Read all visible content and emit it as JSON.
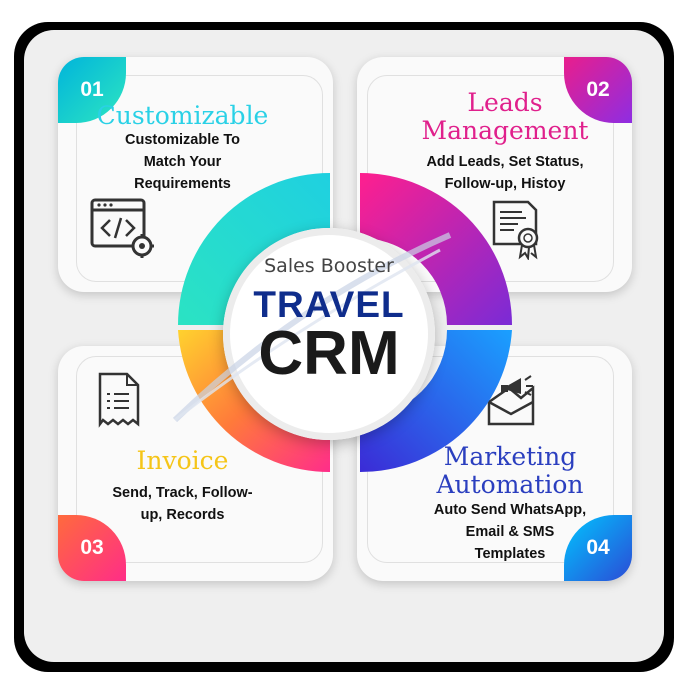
{
  "center": {
    "subtitle": "Sales Booster",
    "title_top": "TRAVEL",
    "title_bottom": "CRM"
  },
  "cards": [
    {
      "number": "01",
      "title": "Customizable",
      "desc_lines": [
        "Customizable To",
        "Match Your",
        "Requirements"
      ],
      "icon": "code-window-gear-icon",
      "title_color": "#2ad1e6"
    },
    {
      "number": "02",
      "title_lines": [
        "Leads",
        "Management"
      ],
      "desc_lines": [
        "Add Leads, Set Status,",
        "Follow-up, Histoy"
      ],
      "icon": "certificate-icon",
      "title_color": "#e0208c"
    },
    {
      "number": "03",
      "title": "Invoice",
      "desc_lines": [
        "Send, Track, Follow-",
        "up, Records"
      ],
      "icon": "receipt-icon",
      "title_color": "#f5c518"
    },
    {
      "number": "04",
      "title_lines": [
        "Marketing",
        "Automation"
      ],
      "desc_lines": [
        "Auto Send WhatsApp,",
        "Email & SMS",
        "Templates"
      ],
      "icon": "megaphone-envelope-icon",
      "title_color": "#2b3fbf"
    }
  ],
  "colors": {
    "teal": "#2ee6c1",
    "magenta": "#e91e8c",
    "orange": "#ff6a3d",
    "blue": "#2b4bd6",
    "navy_text": "#0f2d8c"
  }
}
